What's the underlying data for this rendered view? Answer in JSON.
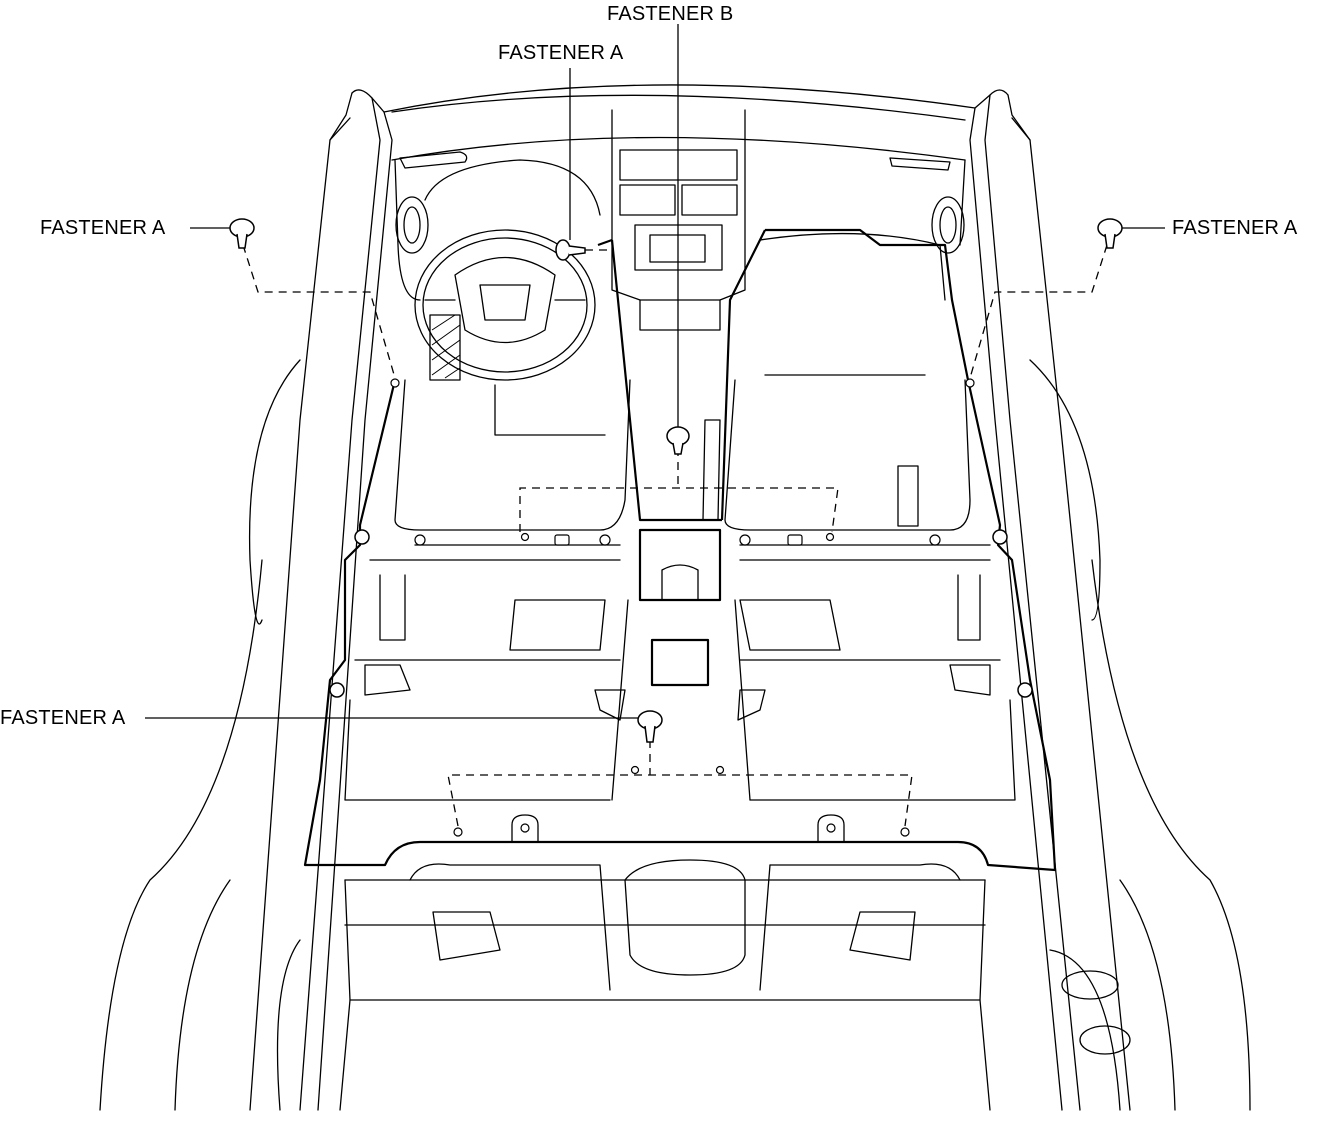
{
  "diagram": {
    "labels": {
      "fastener_b_top": "FASTENER B",
      "fastener_a_top": "FASTENER A",
      "fastener_a_left": "FASTENER A",
      "fastener_a_right": "FASTENER A",
      "fastener_a_lower": "FASTENER A"
    },
    "icons": {
      "fastener_a": "push-clip-icon",
      "fastener_b": "bolt-clip-icon"
    }
  }
}
